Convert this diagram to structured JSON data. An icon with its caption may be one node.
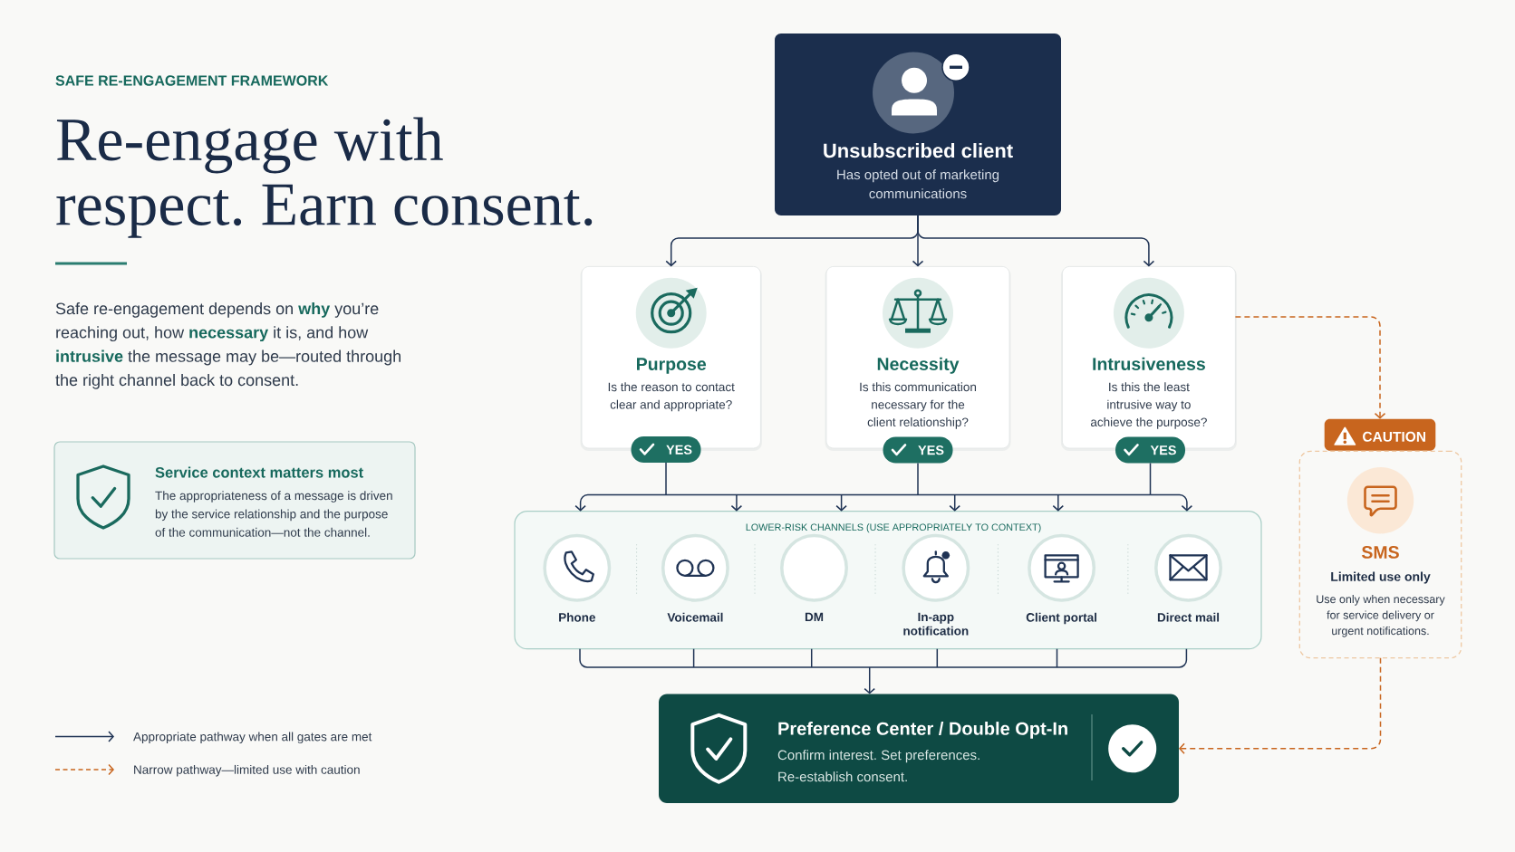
{
  "diagram": {
    "title": "Re-engage with respect. Earn consent.",
    "nodes": [
      {
        "text": [
          "Unsubscribed client",
          "Has opted out of marketing communications"
        ]
      },
      {
        "text": [
          "Purpose",
          "Is the reason to contact clear and appropriate?"
        ]
      },
      {
        "text": [
          "Necessity",
          "Is this communication necessary for the client relationship?"
        ]
      },
      {
        "text": [
          "Intrusiveness",
          "Is this the least intrusive way to achieve the purpose?"
        ]
      },
      {
        "text": [
          "YES"
        ]
      },
      {
        "text": [
          "YES"
        ]
      },
      {
        "text": [
          "YES"
        ]
      },
      {
        "text": [
          "CAUTION"
        ]
      },
      {
        "text": [
          "SMS",
          "Limited use only",
          "Use only when necessary for service delivery or urgent notifications."
        ]
      },
      {
        "text": [
          "LOWER-RISK CHANNELS (USE APPROPRIATELY TO CONTEXT)"
        ]
      },
      {
        "text": [
          "Phone"
        ],
        "in": 9
      },
      {
        "text": [
          "Voicemail"
        ],
        "in": 9
      },
      {
        "text": [
          "DM"
        ],
        "in": 9
      },
      {
        "text": [
          "In-app notification"
        ],
        "in": 9
      },
      {
        "text": [
          "Client portal"
        ],
        "in": 9
      },
      {
        "text": [
          "Direct mail"
        ],
        "in": 9
      },
      {
        "text": [
          "Preference Center / Double Opt-In",
          "Confirm interest. Set preferences. Re-establish consent."
        ]
      },
      {
        "text": [
          "Service context matters most",
          "The appropriateness of a message is driven by the service relationship and the purpose of the communication—not the channel."
        ]
      }
    ],
    "edges": [
      {
        "from": 0,
        "to": 1,
        "arrow": "to"
      },
      {
        "from": 0,
        "to": 2,
        "arrow": "to"
      },
      {
        "from": 0,
        "to": 3,
        "arrow": "to"
      },
      {
        "from": 4,
        "to": 9,
        "arrow": "to"
      },
      {
        "from": 5,
        "to": 9,
        "arrow": "to"
      },
      {
        "from": 6,
        "to": 9,
        "arrow": "to"
      },
      {
        "from": 3,
        "to": 7,
        "arrow": "to",
        "style": "dashed",
        "color": "#c8651e"
      },
      {
        "from": 9,
        "to": 16,
        "arrow": "to"
      },
      {
        "from": 8,
        "to": 16,
        "arrow": "to",
        "style": "dashed",
        "color": "#c8651e"
      }
    ],
    "labels": [
      "SAFE RE-ENGAGEMENT FRAMEWORK",
      "Safe re-engagement depends on **why** you’re reaching out, how **necessary** it is, and how **intrusive** the message may be—routed through the right channel back to consent."
    ],
    "legend": [
      {
        "text": "Appropriate pathway when all gates are met"
      },
      {
        "text": "Narrow pathway—limited use with caution"
      }
    ]
  }
}
